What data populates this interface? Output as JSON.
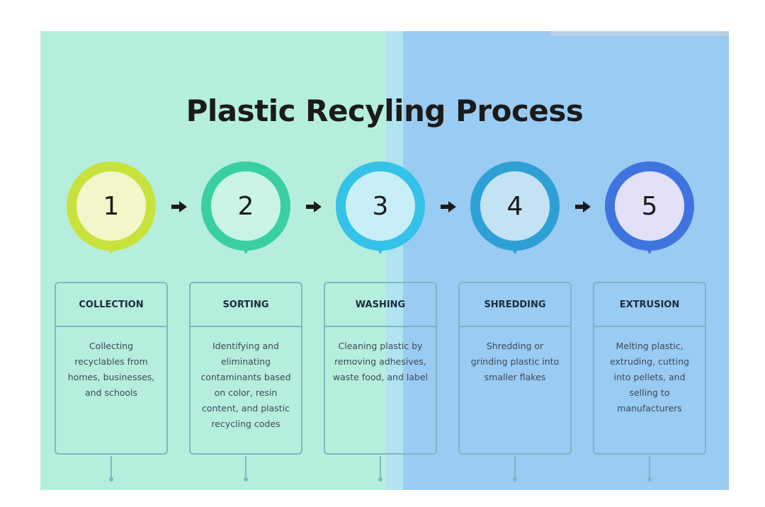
{
  "title": "Plastic Recyling Process",
  "steps": [
    {
      "number": "1",
      "label": "COLLECTION",
      "description": "Collecting recyclables from homes, businesses, and schools",
      "ring_color": "#c7e23d",
      "inner_color": "#f4f5c8"
    },
    {
      "number": "2",
      "label": "SORTING",
      "description": "Identifying and eliminating contaminants based on color, resin content, and plastic recycling codes",
      "ring_color": "#39cfa2",
      "inner_color": "#c9f4e6"
    },
    {
      "number": "3",
      "label": "WASHING",
      "description": "Cleaning plastic by removing adhesives, waste food, and label",
      "ring_color": "#34c2e8",
      "inner_color": "#c8eff7"
    },
    {
      "number": "4",
      "label": "SHREDDING",
      "description": "Shredding or grinding plastic into smaller flakes",
      "ring_color": "#2ea0d6",
      "inner_color": "#c3e3f4"
    },
    {
      "number": "5",
      "label": "EXTRUSION",
      "description": "Melting plastic, extruding, cutting into pellets, and selling to manufacturers",
      "ring_color": "#3f74e0",
      "inner_color": "#e3e1f8"
    }
  ],
  "colors": {
    "arrow": "#1b1b1b",
    "card_border": "#7fb6c2"
  }
}
